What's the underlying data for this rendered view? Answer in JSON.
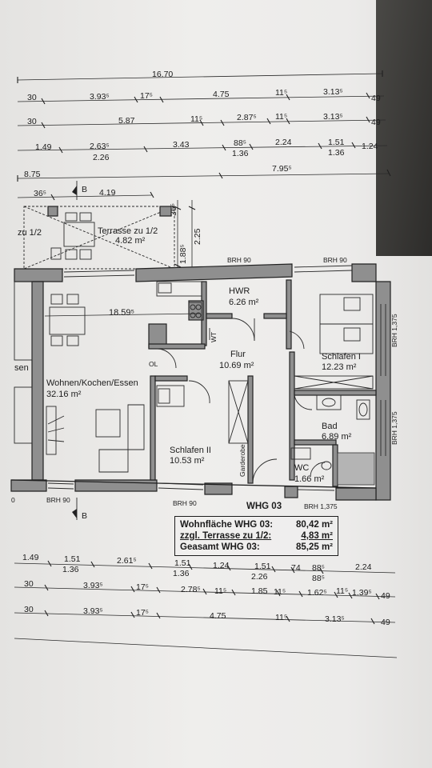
{
  "dimensions": {
    "row1": [
      "16.70"
    ],
    "row2": [
      "30",
      "3.93⁵",
      "17⁵",
      "4.75",
      "11⁵",
      "3.13⁵",
      "49"
    ],
    "row3": [
      "30",
      "5.87",
      "11⁵",
      "2.87⁵",
      "11⁵",
      "3.13⁵",
      "49"
    ],
    "row4_top": [
      "1.49",
      "2.63⁵",
      "3.43",
      "88⁵",
      "2.24",
      "1.51",
      "1.24"
    ],
    "row4_bottom": [
      "2.26",
      "1.36",
      "1.36"
    ],
    "row5": [
      "8.75",
      "7.95⁵"
    ],
    "row6": [
      "36⁵",
      "4.19"
    ],
    "vertical": [
      "36⁵",
      "1.88⁵",
      "2.25"
    ],
    "bottom1_top": [
      "1.49",
      "1.51",
      "2.61⁵",
      "1.51",
      "1.24",
      "1.51",
      "74",
      "88⁵",
      "2.24"
    ],
    "bottom1_bottom": [
      "1.36",
      "1.36",
      "2.26",
      "88⁵"
    ],
    "bottom2": [
      "30",
      "3.93⁵",
      "17⁵",
      "2.78⁵",
      "11⁵",
      "1.85",
      "11⁵",
      "1.62⁵",
      "11⁵",
      "1.39⁵",
      "49"
    ],
    "bottom3": [
      "30",
      "3.93⁵",
      "17⁵",
      "4.75",
      "11⁵",
      "3.13⁵",
      "49"
    ],
    "interior": [
      "18.59⁵"
    ]
  },
  "rooms": {
    "terrasse": {
      "name": "Terrasse zu 1/2",
      "area": "4.82 m²"
    },
    "hwr": {
      "name": "HWR",
      "area": "6.26 m²"
    },
    "flur": {
      "name": "Flur",
      "area": "10.69 m²"
    },
    "schlafen1": {
      "name": "Schlafen I",
      "area": "12.23 m²"
    },
    "wohnen": {
      "name": "Wohnen/Kochen/Essen",
      "area": "32.16 m²"
    },
    "bad": {
      "name": "Bad",
      "area": "6.89 m²"
    },
    "schlafen2": {
      "name": "Schlafen II",
      "area": "10.53 m²"
    },
    "wc": {
      "name": "WC",
      "area": "1.66 m²"
    }
  },
  "labels": {
    "zu12": "zu 1/2",
    "brh90_a": "BRH 90",
    "brh90_b": "BRH 90",
    "brh90_c": "BRH 90",
    "brh90_d": "BRH 90",
    "brh1375_a": "BRH 1,375",
    "brh1375_b": "BRH 1,375",
    "brh1375_c": "BRH 1,375",
    "sen": "sen",
    "ol": "OL",
    "garderobe": "Garderobe",
    "section_b_top": "B",
    "section_b_bottom": "B",
    "unit": "WHG 03",
    "wt": "WT",
    "o_left": "0"
  },
  "legend": {
    "rows": [
      {
        "label": "Wohnfläche WHG 03:",
        "value": "80,42 m²"
      },
      {
        "label": "zzgl. Terrasse zu 1/2:",
        "value": "4,83 m²"
      },
      {
        "label": "Geasamt WHG 03:",
        "value": "85,25 m²"
      }
    ]
  }
}
